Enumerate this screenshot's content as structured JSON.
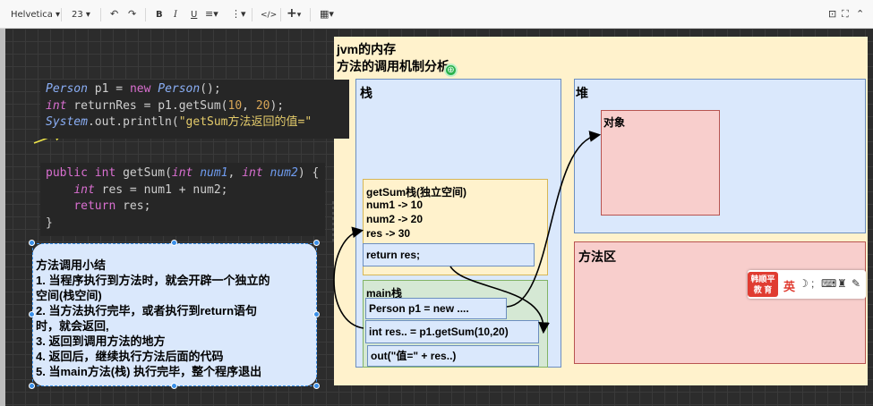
{
  "toolbar": {
    "font_family": "Helvetica",
    "font_size": "23",
    "bold": "B",
    "italic": "I",
    "underline": "U",
    "code": "</>",
    "plus": "+"
  },
  "code_top": {
    "line1": {
      "cls1": "Person",
      "id1": " p1 = ",
      "kw": "new",
      "sp": " ",
      "cls2": "Person",
      "rest": "();"
    },
    "line2": {
      "kw": "int",
      "id": " returnRes = p1.getSum(",
      "n1": "10",
      "comma": ", ",
      "n2": "20",
      "rest": ");"
    },
    "line3": {
      "cls": "System",
      "rest": ".out.println(",
      "str": "\"getSum方法返回的值=\""
    }
  },
  "code_bottom": {
    "line1": {
      "kw1": "public",
      "sp1": " ",
      "kw2": "int",
      "id": " getSum(",
      "t1": "int",
      "p1": " num1",
      "comma": ", ",
      "t2": "int",
      "p2": " num2",
      "rest": ") {"
    },
    "line2": {
      "indent": "    ",
      "kw": "int",
      "rest": " res = num1 + num2;"
    },
    "line3": {
      "indent": "    ",
      "kw": "return",
      "rest": " res;"
    },
    "line4": "}"
  },
  "summary": {
    "title": "方法调用小结",
    "lines": [
      "1. 当程序执行到方法时，就会开辟一个独立的",
      "空间(栈空间)",
      "2. 当方法执行完毕，或者执行到return语句",
      "时，就会返回,",
      "3. 返回到调用方法的地方",
      "4. 返回后，继续执行方法后面的代码",
      "5. 当main方法(栈) 执行完毕，整个程序退出"
    ]
  },
  "memory": {
    "title1": "jvm的内存",
    "title2": "方法的调用机制分析",
    "stack_label": "栈",
    "heap_label": "堆",
    "object_label": "对象",
    "method_area_label": "方法区",
    "getsum_frame": {
      "title": "getSum栈(独立空间)",
      "vars": [
        "num1 -> 10",
        "num2 -> 20",
        "res -> 30"
      ],
      "return_row": "return res;"
    },
    "main_frame": {
      "title": "main栈",
      "rows": [
        "Person p1 = new ....",
        "int res.. = p1.getSum(10,20)",
        "out(\"值=\" + res..)"
      ]
    }
  },
  "fab": {
    "badge_line1": "韩顺平",
    "badge_line2": "教 育",
    "lang": "英"
  },
  "colors": {
    "canvas_bg": "#2c2c2c",
    "page_bg": "#fff2cc",
    "stack_fill": "#dae8fc",
    "stack_stroke": "#6c8ebf",
    "frame_fill": "#fff2cc",
    "main_frame_fill": "#d5e8d4",
    "heap_fill": "#dae8fc",
    "object_fill": "#f8cecc",
    "object_stroke": "#b85450",
    "badge_red": "#e03c31"
  }
}
